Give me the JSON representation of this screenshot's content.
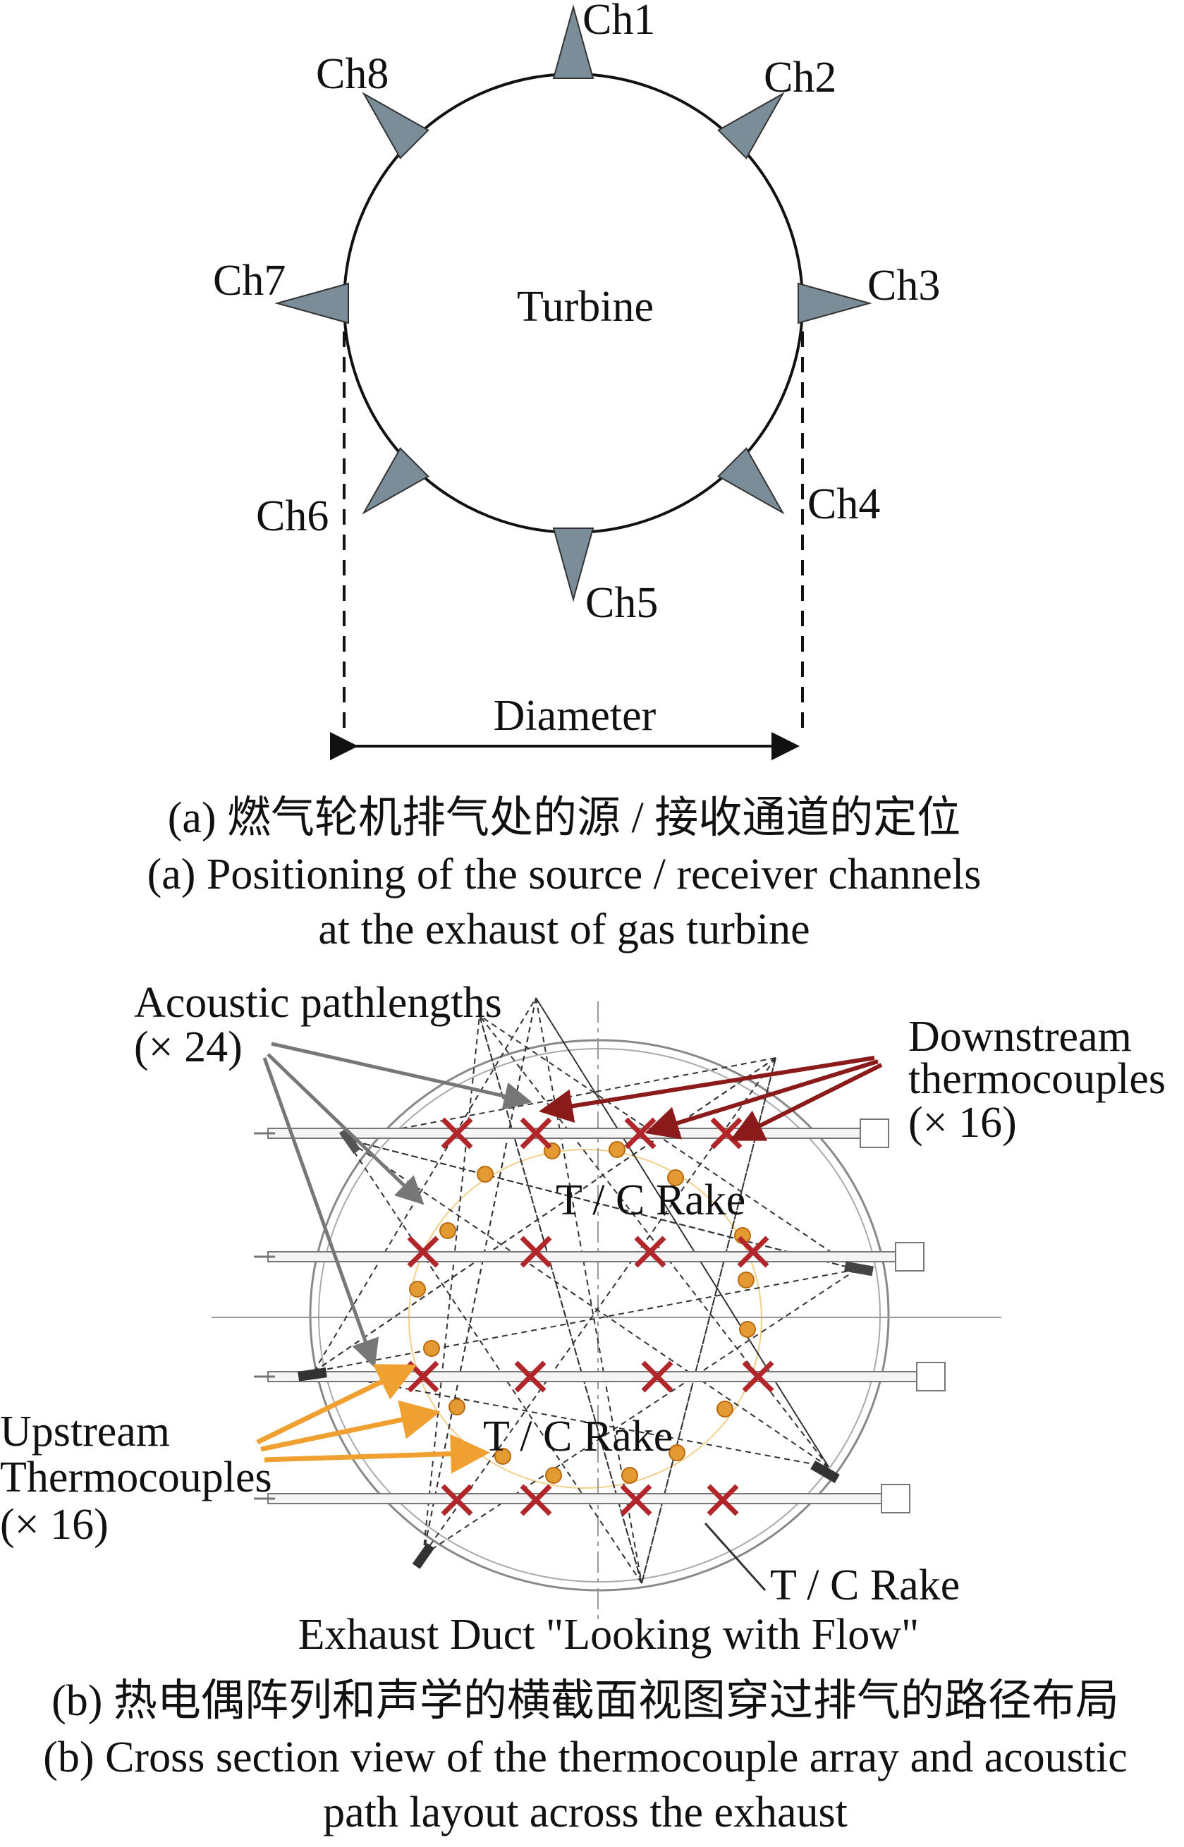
{
  "panel_a": {
    "channels": [
      {
        "label": "Ch1",
        "angle_deg": 0
      },
      {
        "label": "Ch2",
        "angle_deg": 45
      },
      {
        "label": "Ch3",
        "angle_deg": 90
      },
      {
        "label": "Ch4",
        "angle_deg": 135
      },
      {
        "label": "Ch5",
        "angle_deg": 180
      },
      {
        "label": "Ch6",
        "angle_deg": 225
      },
      {
        "label": "Ch7",
        "angle_deg": 270
      },
      {
        "label": "Ch8",
        "angle_deg": 315
      }
    ],
    "center_label": "Turbine",
    "dimension_label": "Diameter",
    "caption_cn": "(a) 燃气轮机排气处的源 / 接收通道的定位",
    "caption_en_line1": "(a) Positioning of the source / receiver channels",
    "caption_en_line2": "at the exhaust of gas turbine"
  },
  "panel_b": {
    "acoustic_label_1": "Acoustic pathlengths",
    "acoustic_label_2": "(× 24)",
    "downstream_label_1": "Downstream",
    "downstream_label_2": "thermocouples",
    "downstream_label_3": "(× 16)",
    "upstream_label_1": "Upstream",
    "upstream_label_2": "Thermocouples",
    "upstream_label_3": "(× 16)",
    "rake_label_1": "T / C Rake",
    "rake_label_2": "T / C Rake",
    "rake_label_3": "T / C Rake",
    "duct_label": "Exhaust Duct \"Looking with Flow\"",
    "caption_cn": "(b) 热电偶阵列和声学的横截面视图穿过排气的路径布局",
    "caption_en_line1": "(b) Cross section view of the thermocouple array and acoustic",
    "caption_en_line2": "path layout across the exhaust"
  },
  "colors": {
    "cross": "#b0262a",
    "dot": "#e39a32",
    "spike": "#7b8d98",
    "downstream_arrow": "#8b1a1a",
    "upstream_arrow": "#f0a030",
    "acoustic_arrow": "#777777"
  }
}
